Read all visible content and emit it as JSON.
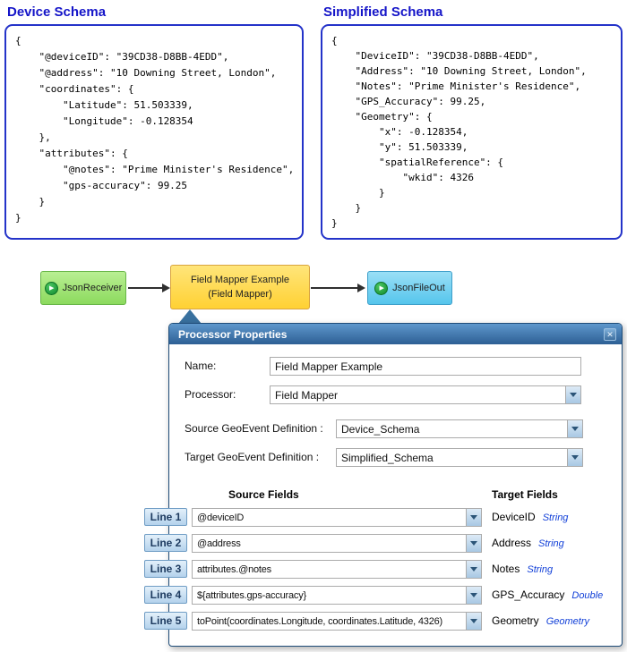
{
  "palette": {
    "schema_border_blue": "#2433C9",
    "title_blue": "#1414C8",
    "receiver_green": "#8CDA5E",
    "mapper_yellow": "#FFD133",
    "output_blue": "#55C5EC",
    "dialog_titlebar_blue": "#2D5F94",
    "line_tag_blue": "#B4D2EC",
    "field_type_blue": "#1240D8"
  },
  "icons": {
    "play": "▶",
    "close": "✕"
  },
  "device_schema": {
    "title": "Device Schema",
    "lines": [
      "{",
      "    \"@deviceID\": \"39CD38-D8BB-4EDD\",",
      "    \"@address\": \"10 Downing Street, London\",",
      "    \"coordinates\": {",
      "        \"Latitude\": 51.503339,",
      "        \"Longitude\": -0.128354",
      "    },",
      "    \"attributes\": {",
      "        \"@notes\": \"Prime Minister's Residence\",",
      "        \"gps-accuracy\": 99.25",
      "    }",
      "}"
    ]
  },
  "simplified_schema": {
    "title": "Simplified Schema",
    "lines": [
      "{",
      "    \"DeviceID\": \"39CD38-D8BB-4EDD\",",
      "    \"Address\": \"10 Downing Street, London\",",
      "    \"Notes\": \"Prime Minister's Residence\",",
      "    \"GPS_Accuracy\": 99.25,",
      "    \"Geometry\": {",
      "        \"x\": -0.128354,",
      "        \"y\": 51.503339,",
      "        \"spatialReference\": {",
      "            \"wkid\": 4326",
      "        }",
      "    }",
      "}"
    ]
  },
  "flow": {
    "receiver_label": "JsonReceiver",
    "processor_line1": "Field Mapper Example",
    "processor_line2": "(Field Mapper)",
    "output_label": "JsonFileOut"
  },
  "dialog": {
    "title": "Processor Properties",
    "name_label": "Name:",
    "name_value": "Field Mapper Example",
    "processor_label": "Processor:",
    "processor_value": "Field Mapper",
    "source_def_label": "Source GeoEvent Definition :",
    "source_def_value": "Device_Schema",
    "target_def_label": "Target GeoEvent Definition :",
    "target_def_value": "Simplified_Schema",
    "source_fields_header": "Source Fields",
    "target_fields_header": "Target Fields",
    "mappings": [
      {
        "line_label": "Line 1",
        "source": "@deviceID",
        "target": "DeviceID",
        "type": "String"
      },
      {
        "line_label": "Line 2",
        "source": "@address",
        "target": "Address",
        "type": "String"
      },
      {
        "line_label": "Line 3",
        "source": "attributes.@notes",
        "target": "Notes",
        "type": "String"
      },
      {
        "line_label": "Line 4",
        "source": "${attributes.gps-accuracy}",
        "target": "GPS_Accuracy",
        "type": "Double"
      },
      {
        "line_label": "Line 5",
        "source": "toPoint(coordinates.Longitude, coordinates.Latitude, 4326)",
        "target": "Geometry",
        "type": "Geometry"
      }
    ]
  }
}
